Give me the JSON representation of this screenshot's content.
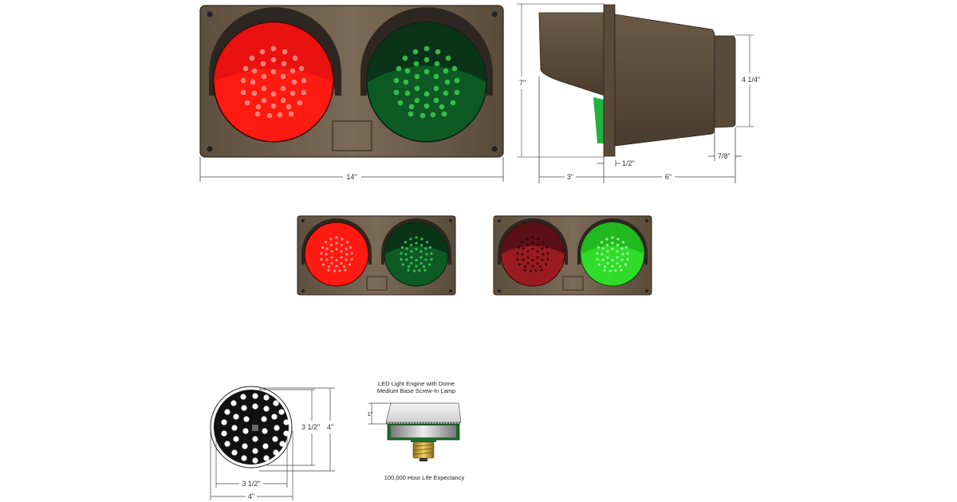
{
  "colors": {
    "housing": "#6e5d4a",
    "housing_dark": "#4a3c2e",
    "red_on": "#ff1a12",
    "red_off": "#7a1416",
    "green_on": "#2fdc2a",
    "green_off": "#0f3f1e",
    "dim_line": "#444444"
  },
  "front_view": {
    "width_label": "14\""
  },
  "side_view": {
    "height_label": "7\"",
    "lens_depth_label": "4 1/4\"",
    "flange_label": "1/2\"",
    "rear_label": "7/8\"",
    "front_depth_label": "3\"",
    "body_depth_label": "6\""
  },
  "variants": [
    {
      "name": "red-on",
      "red_state": "on",
      "green_state": "off"
    },
    {
      "name": "green-on",
      "red_state": "off",
      "green_state": "on"
    }
  ],
  "led_engine_front": {
    "inner_vertical_label": "3 1/2\"",
    "outer_vertical_label": "4\"",
    "inner_horizontal_label": "3 1/2\"",
    "outer_horizontal_label": "4\""
  },
  "led_engine_side": {
    "caption_line1": "LED Light Engine with Dome",
    "caption_line2": "Medium Base Screw-In Lamp",
    "height_label": "1\"",
    "life_label": "100,000 Hour Life Expectancy"
  }
}
